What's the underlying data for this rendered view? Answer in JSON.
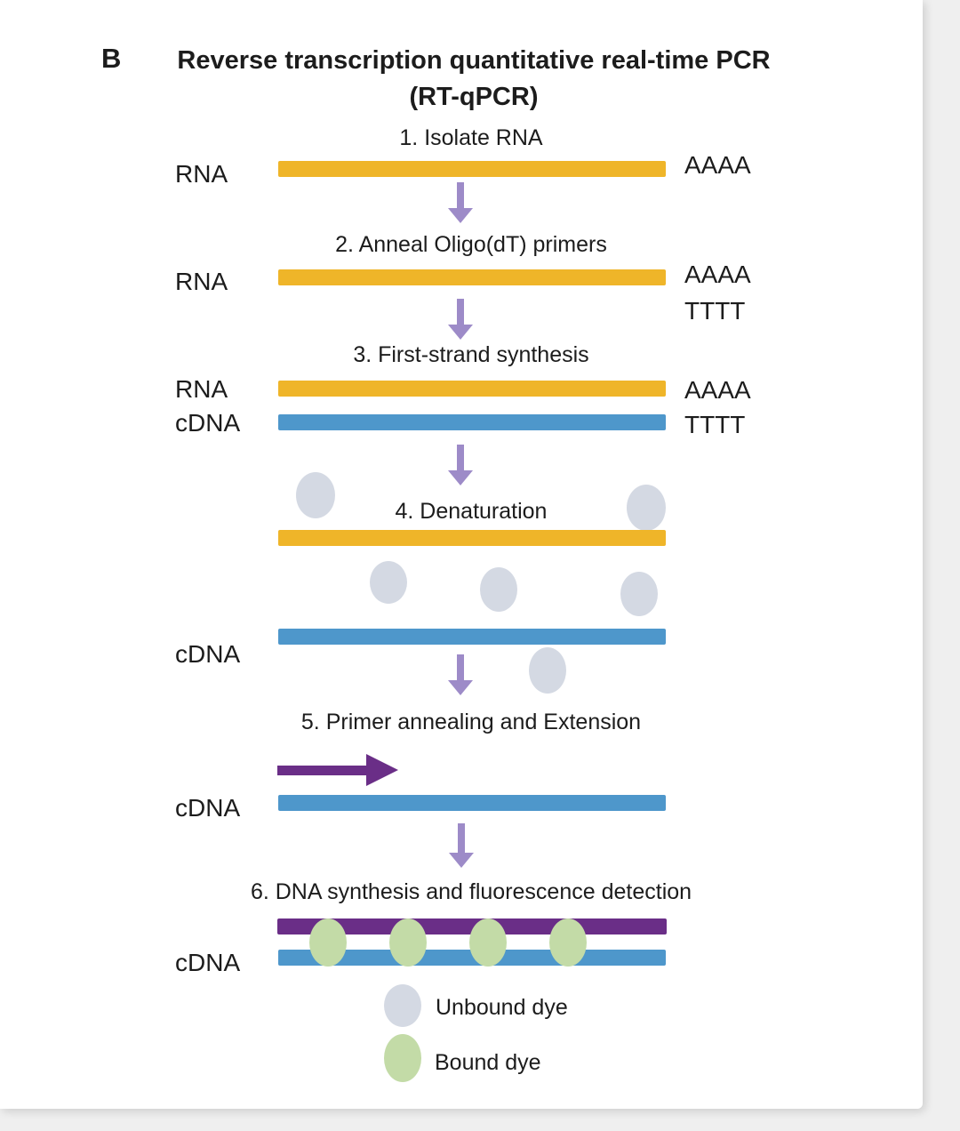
{
  "colors": {
    "rna_strand": "#EFB529",
    "cdna_strand": "#4E97CB",
    "primer": "#6A2E87",
    "flow_arrow": "#9D8BC8",
    "unbound_dye": "#D4D9E3",
    "bound_dye": "#C3DBA7",
    "text": "#1C1C1C",
    "card_background": "#FFFFFF",
    "page_background": "#EFEFEF"
  },
  "header": {
    "panel_letter": "B",
    "title_line1": "Reverse transcription quantitative real-time PCR",
    "title_line2": "(RT-qPCR)"
  },
  "steps": [
    {
      "label": "1. Isolate RNA"
    },
    {
      "label": "2. Anneal Oligo(dT) primers"
    },
    {
      "label": "3. First-strand synthesis"
    },
    {
      "label": "4. Denaturation"
    },
    {
      "label": "5. Primer annealing and Extension"
    },
    {
      "label": "6. DNA synthesis and fluorescence detection"
    }
  ],
  "strand_labels": {
    "rna": "RNA",
    "cdna": "cDNA",
    "poly_a": "AAAA",
    "poly_t": "TTTT"
  },
  "legend": {
    "unbound": {
      "label": "Unbound dye"
    },
    "bound": {
      "label": "Bound dye"
    }
  }
}
